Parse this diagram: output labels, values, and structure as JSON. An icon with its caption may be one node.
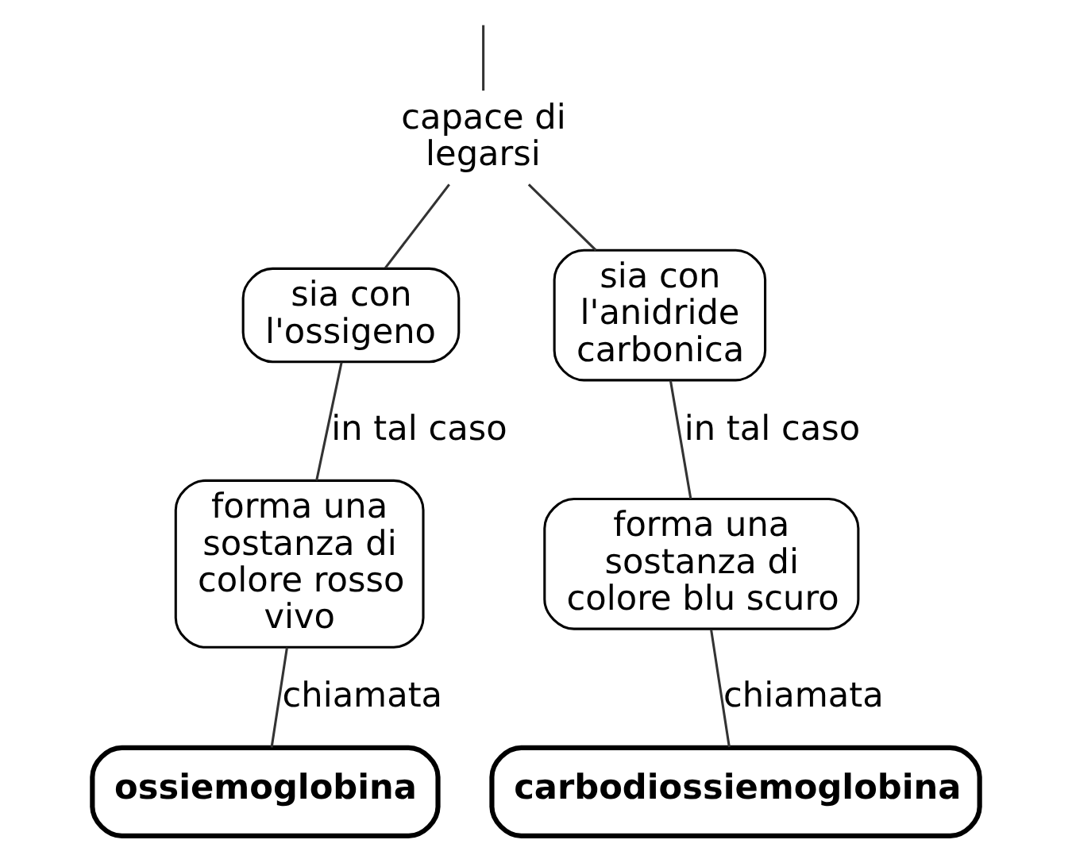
{
  "diagram": {
    "nodes": [
      {
        "text": [
          "capace di legarsi"
        ]
      },
      {
        "text": [
          "sia con l'ossigeno"
        ]
      },
      {
        "text": [
          "sia con l'anidride carbonica"
        ]
      },
      {
        "text": [
          "forma una sostanza di colore rosso vivo"
        ]
      },
      {
        "text": [
          "forma una sostanza di colore blu scuro"
        ]
      },
      {
        "text": [
          "ossiemoglobina"
        ]
      },
      {
        "text": [
          "carbodiossiemoglobina"
        ]
      }
    ],
    "edges": [
      {
        "from": null,
        "to": 0,
        "arrow": "none"
      },
      {
        "from": 0,
        "to": 1,
        "arrow": "none"
      },
      {
        "from": 0,
        "to": 2,
        "arrow": "none"
      },
      {
        "from": 1,
        "to": 3,
        "arrow": "none",
        "label": "in tal caso"
      },
      {
        "from": 2,
        "to": 4,
        "arrow": "none",
        "label": "in tal caso"
      },
      {
        "from": 3,
        "to": 5,
        "arrow": "none",
        "label": "chiamata"
      },
      {
        "from": 4,
        "to": 6,
        "arrow": "none",
        "label": "chiamata"
      }
    ]
  }
}
